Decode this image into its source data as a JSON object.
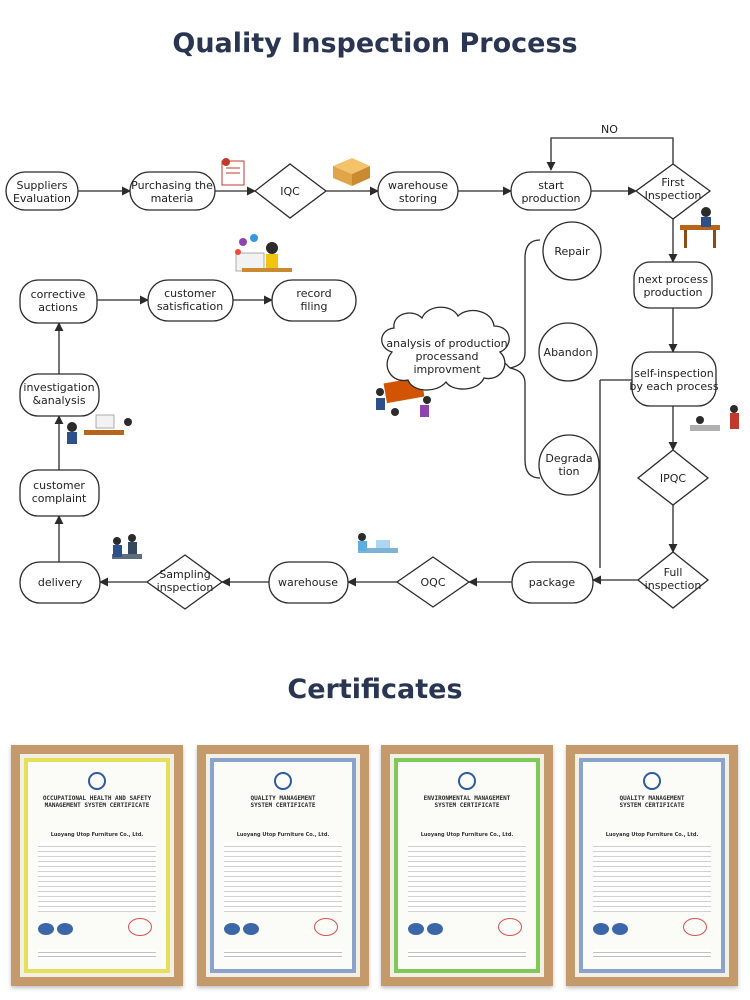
{
  "headings": {
    "process_title": "Quality Inspection Process",
    "certificates_title": "Certificates"
  },
  "nodes": {
    "suppliers_evaluation": [
      "Suppliers",
      "Evaluation"
    ],
    "purchasing": [
      "Purchasing the",
      "materia"
    ],
    "iqc": [
      "IQC"
    ],
    "warehouse_storing": [
      "warehouse",
      "storing"
    ],
    "start_production": [
      "start",
      "production"
    ],
    "first_inspection": [
      "First",
      "Inspection"
    ],
    "next_process": [
      "next process",
      "production"
    ],
    "self_inspection": [
      "self-inspection",
      "by each process"
    ],
    "ipqc": [
      "IPQC"
    ],
    "full_inspection": [
      "Full",
      "inspection"
    ],
    "package": [
      "package"
    ],
    "oqc": [
      "OQC"
    ],
    "warehouse": [
      "warehouse"
    ],
    "sampling_inspection": [
      "Sampling",
      "inspection"
    ],
    "delivery": [
      "delivery"
    ],
    "customer_complaint": [
      "customer",
      "complaint"
    ],
    "investigation": [
      "investigation",
      "&analysis"
    ],
    "corrective_actions": [
      "corrective",
      "actions"
    ],
    "customer_satisfication": [
      "customer",
      "satisfication"
    ],
    "record_filing": [
      "record",
      "filing"
    ],
    "repair": [
      "Repair"
    ],
    "abandon": [
      "Abandon"
    ],
    "degradation": [
      "Degrada",
      "tion"
    ],
    "analysis_cloud": [
      "analysis of production",
      "processand",
      "improvment"
    ]
  },
  "edge_labels": {
    "no": "NO"
  },
  "certificates": [
    {
      "heading": [
        "OCCUPATIONAL HEALTH AND SAFETY",
        "MANAGEMENT SYSTEM CERTIFICATE"
      ],
      "company": "Luoyang Utop Furniture Co., Ltd.",
      "accent": "#e6df5a"
    },
    {
      "heading": [
        "QUALITY MANAGEMENT",
        "SYSTEM CERTIFICATE"
      ],
      "company": "Luoyang Utop Furniture Co., Ltd.",
      "accent": "#8aa3cc"
    },
    {
      "heading": [
        "ENVIRONMENTAL MANAGEMENT",
        "SYSTEM CERTIFICATE"
      ],
      "company": "Luoyang Utop Furniture Co., Ltd.",
      "accent": "#7ec95a"
    },
    {
      "heading": [
        "QUALITY MANAGEMENT",
        "SYSTEM CERTIFICATE"
      ],
      "company": "Luoyang Utop Furniture Co., Ltd.",
      "accent": "#8aa3cc"
    }
  ],
  "colors": {
    "title": "#2a3552",
    "stroke": "#2b2b2b",
    "frame_wood": "#c49a6a"
  }
}
